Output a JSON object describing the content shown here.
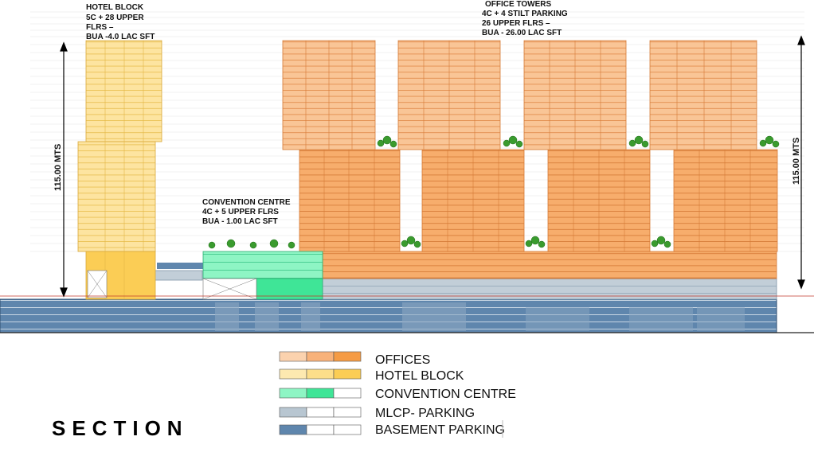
{
  "labels": {
    "hotel": [
      "HOTEL BLOCK",
      "5C + 28 UPPER",
      "FLRS –",
      "BUA -4.0 LAC SFT"
    ],
    "office": [
      "OFFICE TOWERS",
      "4C + 4 STILT PARKING",
      "26 UPPER FLRS –",
      "BUA - 26.00 LAC SFT"
    ],
    "convention": [
      "CONVENTION CENTRE",
      "4C + 5 UPPER FLRS",
      "BUA - 1.00 LAC SFT"
    ]
  },
  "dimensions": {
    "height_left": "115.00 MTS",
    "height_right": "115.00 MTS"
  },
  "section_title": "SECTION",
  "legend": [
    {
      "label": "OFFICES",
      "colors": [
        "#fbd2ae",
        "#f8b27a",
        "#f59b44"
      ]
    },
    {
      "label": "HOTEL BLOCK",
      "colors": [
        "#fde9b0",
        "#fdde8a",
        "#fbcd55"
      ]
    },
    {
      "label": "CONVENTION CENTRE",
      "colors": [
        "#8ef5c4",
        "#3fe597",
        "#ffffff"
      ]
    },
    {
      "label": "MLCP- PARKING",
      "colors": [
        "#b8c6d1",
        "#ffffff",
        "#ffffff"
      ]
    },
    {
      "label": "BASEMENT PARKING",
      "colors": [
        "#5f86ad",
        "#ffffff",
        "#ffffff"
      ]
    }
  ]
}
